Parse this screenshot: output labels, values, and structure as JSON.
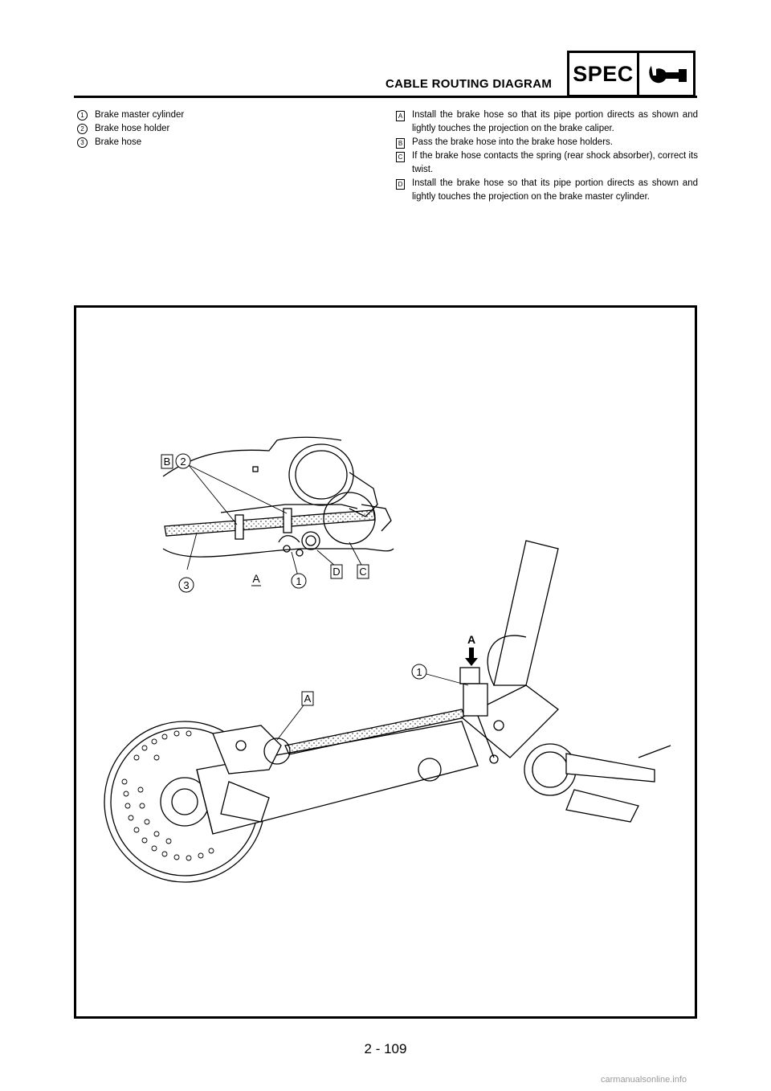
{
  "header": {
    "section_title": "CABLE ROUTING DIAGRAM",
    "spec_label": "SPEC",
    "spec_icon": "wrench-icon"
  },
  "legend": [
    {
      "num": "1",
      "label": "Brake master cylinder"
    },
    {
      "num": "2",
      "label": "Brake hose holder"
    },
    {
      "num": "3",
      "label": "Brake hose"
    }
  ],
  "notes": [
    {
      "key": "A",
      "text": "Install the brake hose so that its pipe portion directs as shown and lightly touches the projection on the brake caliper."
    },
    {
      "key": "B",
      "text": "Pass the brake hose into the brake hose holders."
    },
    {
      "key": "C",
      "text": "If the brake hose contacts the spring (rear shock absorber), correct its twist."
    },
    {
      "key": "D",
      "text": "Install the brake hose so that its pipe portion directs as shown and lightly touches the projection on the brake master cylinder."
    }
  ],
  "figure": {
    "callouts": {
      "b_box": "B",
      "two": "2",
      "three": "3",
      "a_under": "A",
      "one_top": "1",
      "d_box": "D",
      "c_box": "C",
      "arrow_a": "A",
      "one_bottom": "1",
      "a_box": "A"
    }
  },
  "footer": {
    "page_number": "2 - 109",
    "watermark": "carmanualsonline.info"
  }
}
